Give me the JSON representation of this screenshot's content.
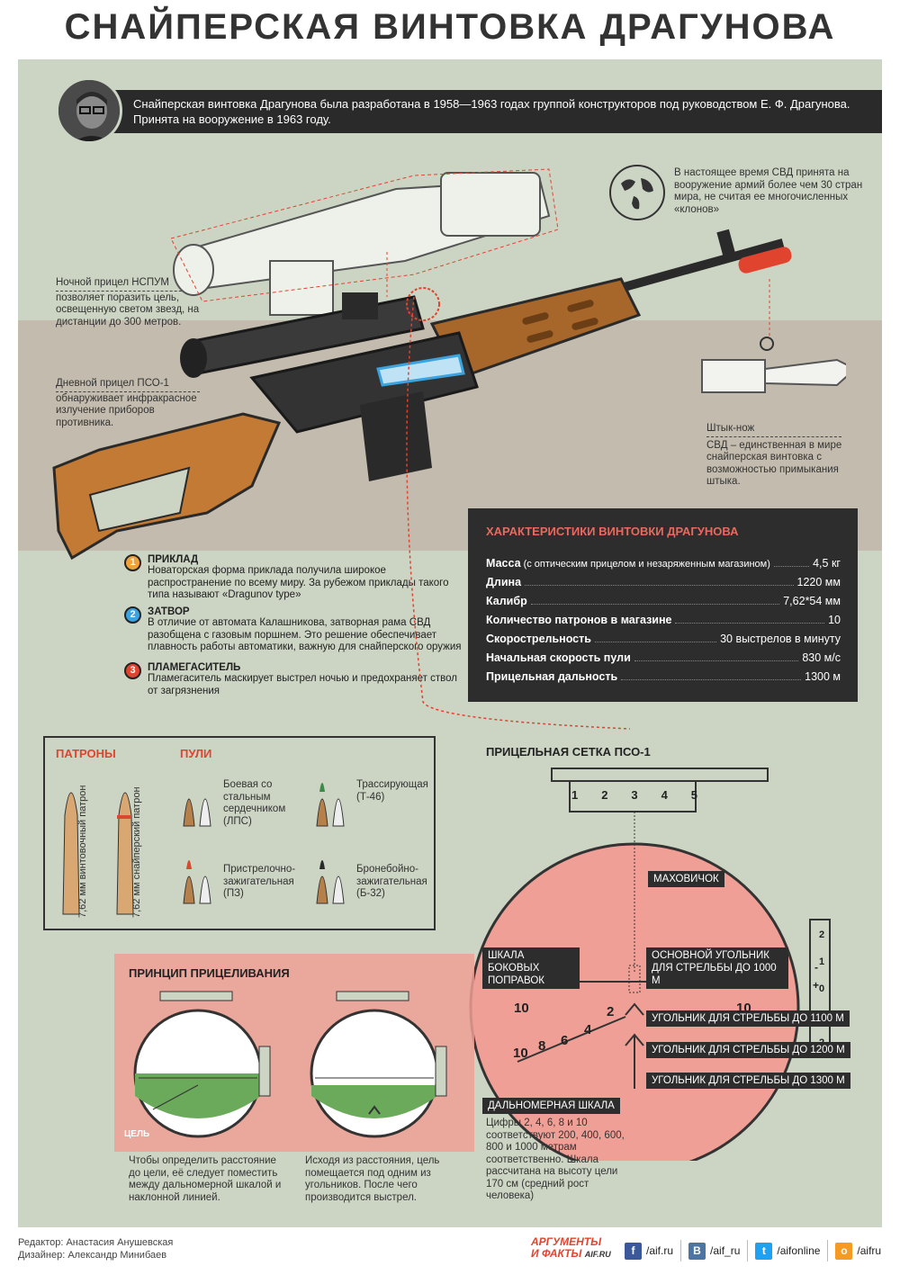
{
  "title": "СНАЙПЕРСКАЯ ВИНТОВКА ДРАГУНОВА",
  "intro": "Снайперская винтовка Драгунова была разработана в 1958—1963 годах группой конструкторов под руководством Е. Ф.  Драгунова. Принята на вооружение в 1963 году.",
  "world_note": "В настоящее время СВД принята на вооружение армий более чем 30 стран мира, не считая ее многочисленных «клонов»",
  "night_scope": {
    "title": "Ночной прицел НСПУМ",
    "text": "позволяет поразить цель, освещенную светом звезд, на дистанции до 300 метров."
  },
  "day_scope": {
    "title": "Дневной прицел ПСО-1",
    "text": "обнаруживает инфракрасное излучение приборов противника."
  },
  "bayonet": {
    "title": "Штык-нож",
    "text": "СВД – единственная в мире снайперская винтовка с возможностью примыкания штыка."
  },
  "features": [
    {
      "num": "1",
      "color": "#f0a23a",
      "title": "ПРИКЛАД",
      "text": "Новаторская форма приклада получила широкое распространение по всему миру. За рубежом приклады такого типа называют «Dragunov type»"
    },
    {
      "num": "2",
      "color": "#3aa3e0",
      "title": "ЗАТВОР",
      "text": "В отличие от автомата Калашникова, затворная рама СВД разобщена с газовым поршнем. Это решение обеспечивает плавность работы автоматики, важную для снайперского оружия"
    },
    {
      "num": "3",
      "color": "#e0442f",
      "title": "ПЛАМЕГАСИТЕЛЬ",
      "text": "Пламегаситель маскирует выстрел ночью и предохраняет ствол от загрязнения"
    }
  ],
  "specs": {
    "title": "ХАРАКТЕРИСТИКИ ВИНТОВКИ ДРАГУНОВА",
    "rows": [
      {
        "label": "Масса",
        "sub": " (с оптическим прицелом и незаряженным магазином)",
        "value": "4,5 кг"
      },
      {
        "label": "Длина",
        "sub": "",
        "value": "1220 мм"
      },
      {
        "label": "Калибр",
        "sub": "",
        "value": "7,62*54 мм"
      },
      {
        "label": "Количество патронов в магазине",
        "sub": "",
        "value": "10"
      },
      {
        "label": "Скорострельность",
        "sub": "",
        "value": "30 выстрелов в минуту"
      },
      {
        "label": "Начальная скорость пули",
        "sub": "",
        "value": "830 м/с"
      },
      {
        "label": "Прицельная дальность",
        "sub": "",
        "value": "1300 м"
      }
    ]
  },
  "ammo": {
    "cartridges_title": "ПАТРОНЫ",
    "bullets_title": "ПУЛИ",
    "cartridge1": "7,62 мм винтовочный патрон",
    "cartridge2": "7,62 мм снайперский патрон",
    "bullets": [
      {
        "name": "Боевая со стальным сердечником (ЛПС)",
        "tip": "#b5804a"
      },
      {
        "name": "Трассирующая (Т-46)",
        "tip": "#3a8a4a"
      },
      {
        "name": "Пристрелочно-зажигательная (ПЗ)",
        "tip": "#d9482f"
      },
      {
        "name": "Бронебойно-зажигательная (Б-32)",
        "tip": "#2a2a2a"
      }
    ]
  },
  "reticle": {
    "title": "ПРИЦЕЛЬНАЯ СЕТКА ПСО-1",
    "top_scale": [
      "1",
      "2",
      "3",
      "4",
      "5"
    ],
    "side_scale": [
      "2",
      "1",
      "0",
      "1",
      "2"
    ],
    "flywheel": "МАХОВИЧОК",
    "windage": "ШКАЛА БОКОВЫХ ПОПРАВОК",
    "main_chevron": "ОСНОВНОЙ УГОЛЬНИК ДЛЯ СТРЕЛЬБЫ ДО 1000 М",
    "chevron_1100": "УГОЛЬНИК ДЛЯ СТРЕЛЬБЫ ДО 1100 М",
    "chevron_1200": "УГОЛЬНИК ДЛЯ СТРЕЛЬБЫ ДО 1200 М",
    "chevron_1300": "УГОЛЬНИК ДЛЯ СТРЕЛЬБЫ ДО 1300 М",
    "range_title": "ДАЛЬНОМЕРНАЯ ШКАЛА",
    "range_text": "Цифры 2, 4, 6, 8 и 10 соответствуют 200, 400, 600, 800 и 1000 метрам соответственно. Шкала рассчитана на высоту цели 170 см (средний рост человека)",
    "range_numbers": [
      "10",
      "8",
      "6",
      "4",
      "2"
    ],
    "windage_left": "10",
    "windage_right": "10",
    "plus": "+",
    "minus": "-"
  },
  "aiming": {
    "title": "ПРИНЦИП ПРИЦЕЛИВАНИЯ",
    "target": "ЦЕЛЬ",
    "text1": "Чтобы определить расстояние до цели, её следует поместить между дальномерной шкалой и наклонной линией.",
    "text2": "Исходя из расстояния, цель помещается под одним из угольников. После чего производится выстрел."
  },
  "footer": {
    "editor": "Редактор: Анастасия Анушевская",
    "designer": "Дизайнер: Александр Минибаев",
    "logo_line1": "АРГУМЕНТЫ",
    "logo_line2": "И ФАКТЫ",
    "logo_site": "AIF.RU",
    "fb": "/aif.ru",
    "vk": "/aif_ru",
    "tw": "/aifonline",
    "ok": "/aifru"
  }
}
